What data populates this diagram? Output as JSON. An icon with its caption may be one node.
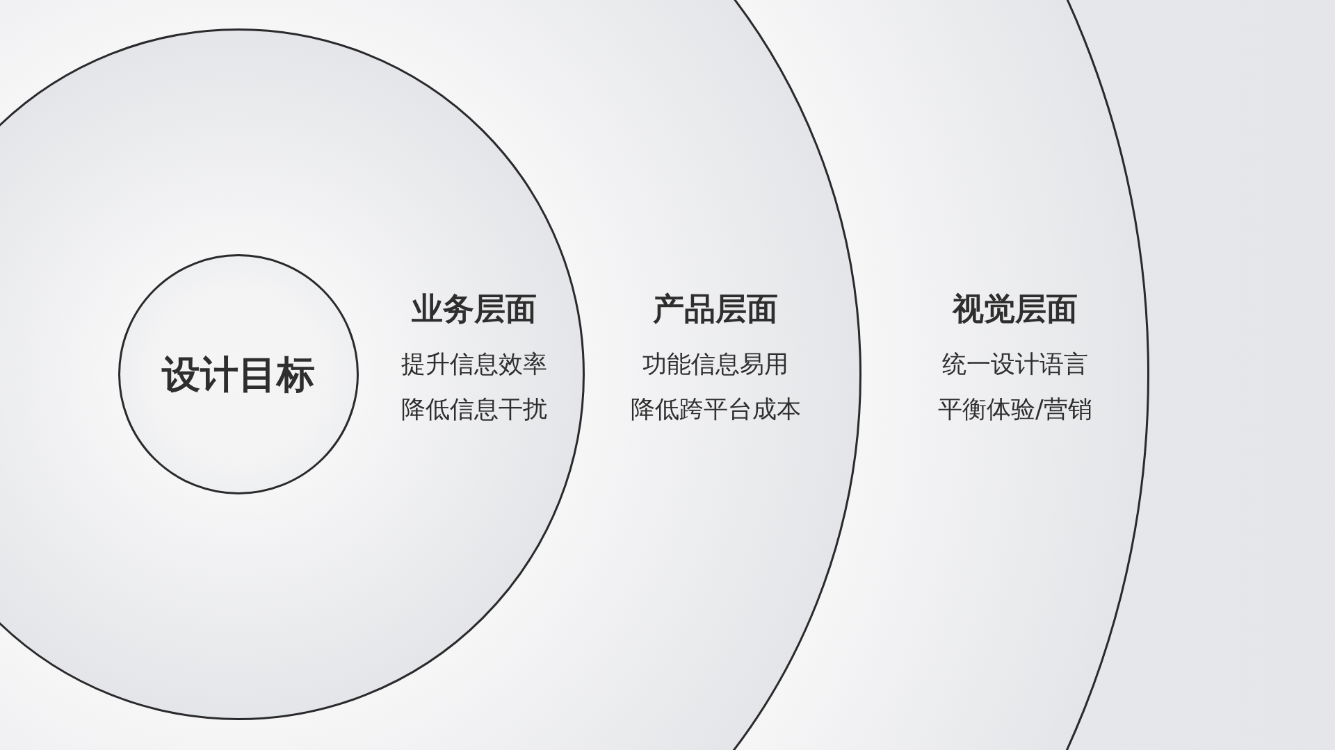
{
  "diagram": {
    "nodes": [
      {
        "text": [
          "视觉层面",
          "统一设计语言",
          "平衡体验/营销"
        ]
      },
      {
        "text": [
          "产品层面",
          "功能信息易用",
          "降低跨平台成本"
        ],
        "in": 0
      },
      {
        "text": [
          "业务层面",
          "提升信息效率",
          "降低信息干扰"
        ],
        "in": 1
      },
      {
        "text": [
          "设计目标"
        ],
        "in": 2
      }
    ]
  }
}
